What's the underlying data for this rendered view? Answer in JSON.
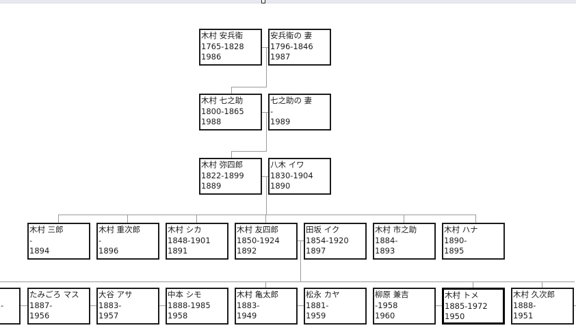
{
  "window": {
    "title": "Family Tree"
  },
  "tree": {
    "generation1": [
      {
        "name": "木村 安兵衛",
        "lifespan": "1765-1828",
        "id": "1986"
      },
      {
        "name": "安兵衛の 妻",
        "lifespan": "1796-1846",
        "id": "1987"
      }
    ],
    "generation2": [
      {
        "name": "木村 七之助",
        "lifespan": "1800-1865",
        "id": "1988"
      },
      {
        "name": "七之助の 妻",
        "lifespan": "-",
        "id": "1989"
      }
    ],
    "generation3": [
      {
        "name": "木村 弥四郎",
        "lifespan": "1822-1899",
        "id": "1889"
      },
      {
        "name": "八木 イワ",
        "lifespan": "1830-1904",
        "id": "1890"
      }
    ],
    "generation4": [
      {
        "name": "木村 三郎",
        "lifespan": "-",
        "id": "1894"
      },
      {
        "name": "木村 重次郎",
        "lifespan": "-",
        "id": "1896"
      },
      {
        "name": "木村 シカ",
        "lifespan": "1848-1901",
        "id": "1891"
      },
      {
        "name": "木村 友四郎",
        "lifespan": "1850-1924",
        "id": "1892"
      },
      {
        "name": "田坂 イク",
        "lifespan": "1854-1920",
        "id": "1897"
      },
      {
        "name": "木村 市之助",
        "lifespan": "1884-",
        "id": "1893"
      },
      {
        "name": "木村 ハナ",
        "lifespan": "1890-",
        "id": "1895"
      }
    ],
    "generation5": [
      {
        "name": "",
        "lifespan": "-",
        "id": ""
      },
      {
        "name": "たみごろ マス",
        "lifespan": "1887-",
        "id": "1956"
      },
      {
        "name": "大谷 アサ",
        "lifespan": "1883-",
        "id": "1957"
      },
      {
        "name": "中本 シモ",
        "lifespan": "1888-1985",
        "id": "1958"
      },
      {
        "name": "木村 亀太郎",
        "lifespan": "1883-",
        "id": "1949"
      },
      {
        "name": "松永 カヤ",
        "lifespan": "1881-",
        "id": "1959"
      },
      {
        "name": "柳原 兼吉",
        "lifespan": "-1958",
        "id": "1960"
      },
      {
        "name": "木村 トメ",
        "lifespan": "1885-1972",
        "id": "1950",
        "selected": true
      },
      {
        "name": "木村 久次郎",
        "lifespan": "1888-",
        "id": "1951"
      }
    ]
  },
  "colors": {
    "box_border": "#1a1a1a",
    "connector": "#999999",
    "background": "#ffffff"
  }
}
